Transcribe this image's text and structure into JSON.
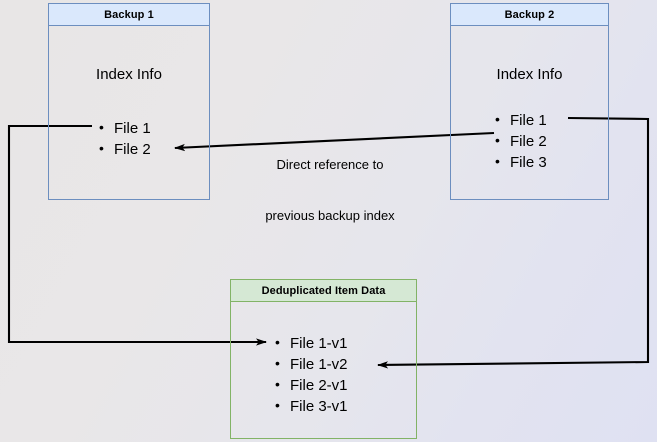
{
  "diagram": {
    "title": "Backup deduplication index reference diagram",
    "colors": {
      "blue_border": "#6c8ebf",
      "blue_header": "#dae8fc",
      "green_border": "#82b366",
      "green_header": "#d5e8d4",
      "arrow": "#000000",
      "background_start": "#e8e6e6",
      "background_end": "#dfe1f2"
    }
  },
  "nodes": {
    "backup1": {
      "header": "Backup 1",
      "section_title": "Index Info",
      "files": [
        "File 1",
        "File 2"
      ]
    },
    "backup2": {
      "header": "Backup 2",
      "section_title": "Index Info",
      "files": [
        "File 1",
        "File 2",
        "File 3"
      ]
    },
    "dedup": {
      "header": "Deduplicated Item Data",
      "files": [
        "File 1-v1",
        "File 1-v2",
        "File 2-v1",
        "File 3-v1"
      ]
    }
  },
  "edges": {
    "direct_reference": {
      "label_line1": "Direct reference to",
      "label_line2": "previous backup index",
      "from": "Backup 2 / File 2",
      "to": "Backup 1 / File 2"
    },
    "backup1_to_dedup": {
      "from": "Backup 1 / File 1",
      "to": "Deduplicated Item Data / File 1-v1"
    },
    "backup2_to_dedup": {
      "from": "Backup 2 / File 1",
      "to": "Deduplicated Item Data / File 1-v2"
    }
  }
}
